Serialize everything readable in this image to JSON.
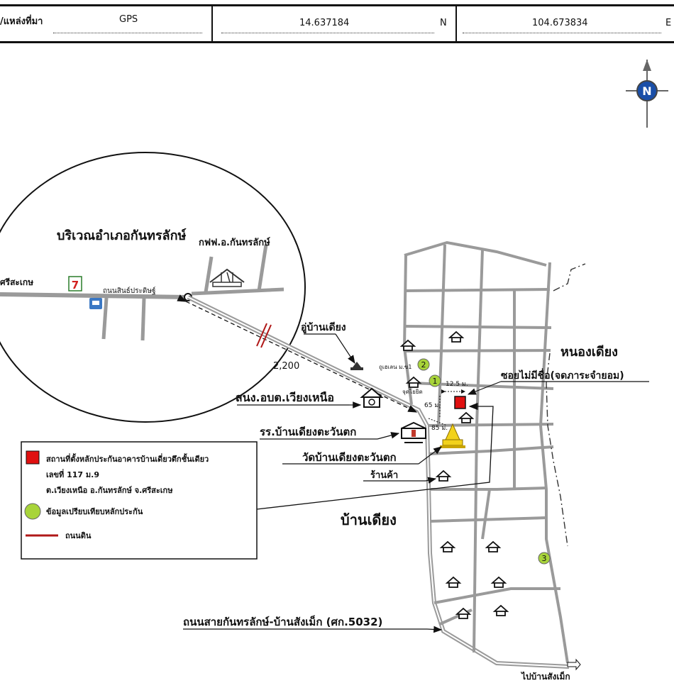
{
  "header": {
    "source_label": "/แหล่งที่มา",
    "source_value": "GPS",
    "latitude": "14.637184",
    "lat_dir": "N",
    "longitude": "104.673834",
    "lon_dir": "E"
  },
  "inset": {
    "title": "บริเวณอำเภอกันทรลักษ์",
    "label_office": "กฟฟ.อ.กันทรลักษ์",
    "label_road": "ถนนสินธ์ประดิษฐ์",
    "label_west": "ศรีสะเกษ"
  },
  "map": {
    "distance_main": "2,200",
    "label_garage": "อู่บ้านเดียง",
    "label_village_north": "หนองเดียง",
    "label_village": "บ้านเดียง",
    "label_soi": "ซอยไม่มีชื่อ(จดภาระจำยอม)",
    "label_sno": "สนง.อบต.เวียงเหนือ",
    "label_school": "รร.บ้านเดียงตะวันตก",
    "label_temple": "วัดบ้านเดียงตะวันตก",
    "label_shop": "ร้านค้า",
    "label_main_road": "ถนนสายกันทรลักษ์-บ้านสังเม็ก (ศก.5032)",
    "label_to": "ไปบ้านสังเม็ก",
    "label_small_1": "ถูเฮเลน ม.ข1",
    "label_small_2": "จุดโยยิด",
    "dist_125": "12.5 ม.",
    "dist_65": "65 ม.",
    "dist_85": "85 ม.",
    "marker_1": "1",
    "marker_2": "2",
    "marker_3": "3",
    "compass_letter": "N"
  },
  "legend": {
    "item_property_line1": "สถานที่ตั้งหลักประกันอาคารบ้านเดี่ยวตึกชั้นเดียว",
    "item_property_line2": "เลขที่ 117 ม.9",
    "item_property_line3": "ต.เวียงเหนือ อ.กันทรลักษ์ จ.ศรีสะเกษ",
    "item_compare": "ข้อมูลเปรียบเทียบหลักประกัน",
    "item_dirt_road": "ถนนดิน"
  },
  "colors": {
    "road": "#9a9a9a",
    "property": "#e01010",
    "compare": "#a8d43a",
    "dirt_road": "#b01818",
    "temple": "#f2d21b",
    "compass": "#1a4fa8"
  }
}
